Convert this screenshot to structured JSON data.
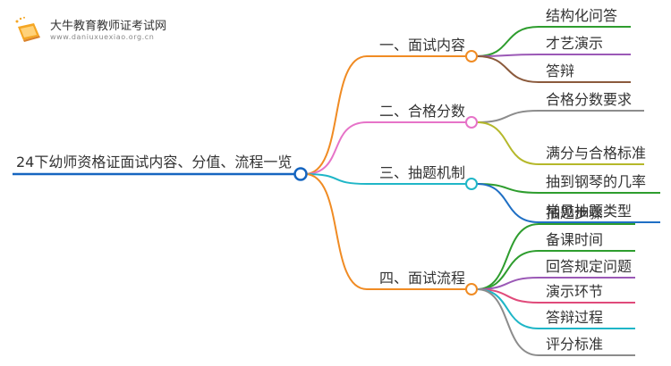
{
  "logo": {
    "name": "大牛教育教师证考试网",
    "url": "www.daniuxuexiao.org.cn"
  },
  "root": {
    "label": "24下幼师资格证面试内容、分值、流程一览",
    "color": "#1565c0"
  },
  "branches": [
    {
      "label": "一、面试内容",
      "color": "#f08b23",
      "children": [
        {
          "label": "结构化问答",
          "color": "#2e9d2e"
        },
        {
          "label": "才艺演示",
          "color": "#9b59b6"
        },
        {
          "label": "答辩",
          "color": "#8b5a3c"
        }
      ]
    },
    {
      "label": "二、合格分数",
      "color": "#e673c8",
      "children": [
        {
          "label": "合格分数要求",
          "color": "#8c8c8c"
        },
        {
          "label": "满分与合格标准",
          "color": "#b5b82a"
        }
      ]
    },
    {
      "label": "三、抽题机制",
      "color": "#1fb6c7",
      "children": [
        {
          "label": "抽到钢琴的几率",
          "color": "#2e9d2e"
        },
        {
          "label": "常见抽题类型",
          "color": "#1f6fc4"
        }
      ]
    },
    {
      "label": "四、面试流程",
      "color": "#f08b23",
      "children": [
        {
          "label": "抽题步骤",
          "color": "#2e9d2e"
        },
        {
          "label": "备课时间",
          "color": "#2e9d2e"
        },
        {
          "label": "回答规定问题",
          "color": "#9b59b6"
        },
        {
          "label": "演示环节",
          "color": "#e04a7a"
        },
        {
          "label": "答辩过程",
          "color": "#1fb6c7"
        },
        {
          "label": "评分标准",
          "color": "#8c8c8c"
        }
      ]
    }
  ]
}
